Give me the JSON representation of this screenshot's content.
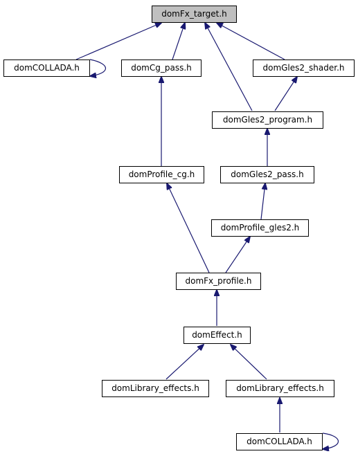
{
  "colors": {
    "edge": "#191970",
    "root_fill": "#bfbfbf",
    "node_fill": "#ffffff",
    "node_border": "#000000"
  },
  "nodes": {
    "dom_fx_target": "domFx_target.h",
    "dom_collada_top": "domCOLLADA.h",
    "dom_cg_pass": "domCg_pass.h",
    "dom_gles2_shader": "domGles2_shader.h",
    "dom_gles2_program": "domGles2_program.h",
    "dom_profile_cg": "domProfile_cg.h",
    "dom_gles2_pass": "domGles2_pass.h",
    "dom_profile_gles2": "domProfile_gles2.h",
    "dom_fx_profile": "domFx_profile.h",
    "dom_effect": "domEffect.h",
    "dom_library_effects_left": "domLibrary_effects.h",
    "dom_library_effects_right": "domLibrary_effects.h",
    "dom_collada_bottom": "domCOLLADA.h"
  }
}
